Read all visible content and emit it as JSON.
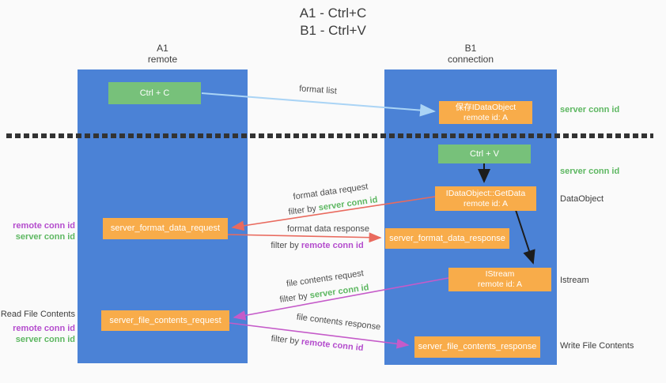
{
  "colors": {
    "background": "#fafafa",
    "lane_blue": "#4b82d6",
    "box_green": "#77c17a",
    "box_orange": "#f8ac4a",
    "arrow_light_blue": "#aad4f5",
    "arrow_red": "#e96a5e",
    "arrow_purple": "#c55bc9",
    "arrow_black": "#1c1c1c",
    "text_green": "#5db761",
    "text_purple": "#b44ccd",
    "text_dark": "#3c3c3c",
    "divider_dark": "#333333"
  },
  "title": {
    "line1": "A1 - Ctrl+C",
    "line2": "B1 - Ctrl+V"
  },
  "lanes": {
    "a1": {
      "title": "A1",
      "subtitle": "remote"
    },
    "b1": {
      "title": "B1",
      "subtitle": "connection"
    }
  },
  "nodes": {
    "ctrl_c": {
      "label": "Ctrl + C"
    },
    "save_dataobject": {
      "line1": "保存IDataObject",
      "line2": "remote id: A"
    },
    "ctrl_v": {
      "label": "Ctrl + V"
    },
    "getdata": {
      "line1": "IDataObject::GetData",
      "line2": "remote id: A"
    },
    "format_request": {
      "label": "server_format_data_request"
    },
    "format_response": {
      "label": "server_format_data_response"
    },
    "istream": {
      "line1": "IStream",
      "line2": "remote id: A"
    },
    "file_request": {
      "label": "server_file_contents_request"
    },
    "file_response": {
      "label": "server_file_contents_response"
    }
  },
  "flow_labels": {
    "format_list": "format list",
    "format_data_request": "format data request",
    "format_data_response": "format data response",
    "file_contents_request": "file contents request",
    "file_contents_response": "file contents response",
    "filter_by": "filter by",
    "server_conn_id": "server conn id",
    "remote_conn_id": "remote conn id"
  },
  "side_labels": {
    "left": {
      "remote_conn_id": "remote conn id",
      "server_conn_id": "server conn id",
      "read_file_contents": "Read File Contents"
    },
    "right": {
      "server_conn_id": "server conn id",
      "dataobject": "DataObject",
      "istream": "Istream",
      "write_file_contents": "Write File Contents"
    }
  }
}
